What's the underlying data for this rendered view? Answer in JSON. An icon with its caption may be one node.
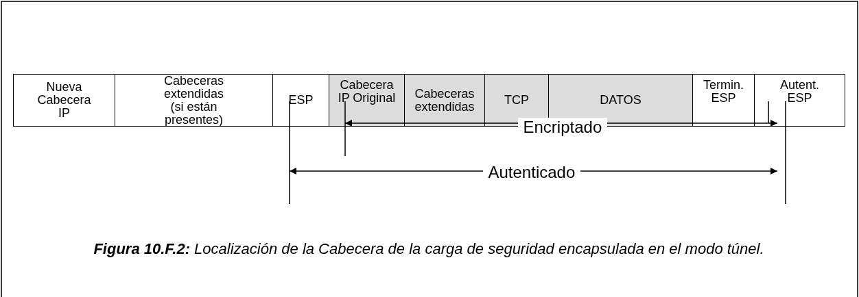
{
  "diagram": {
    "caption": "**Figura 10.F.2:** Localización de la Cabecera de la carga de seguridad encapsulada en el modo túnel.",
    "labels": [
      "Nueva Cabecera IP",
      "Cabeceras extendidas (si están presentes)",
      "ESP",
      "Cabecera IP Original",
      "Cabeceras extendidas",
      "TCP",
      "DATOS",
      "Termin. ESP",
      "Autent. ESP",
      "Encriptado",
      "Autenticado"
    ]
  }
}
